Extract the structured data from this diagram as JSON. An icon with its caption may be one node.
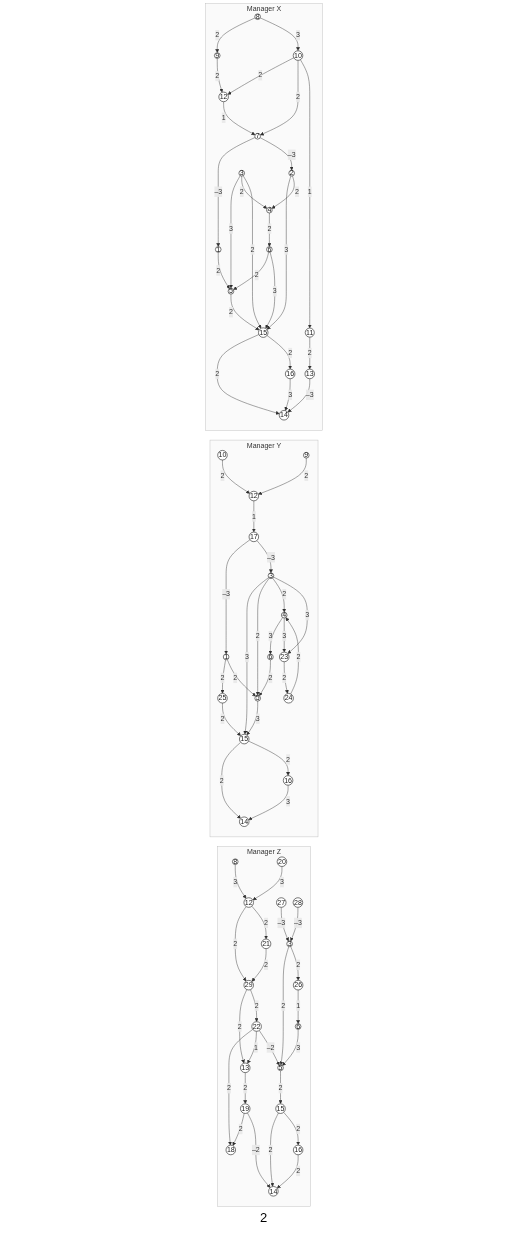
{
  "diagram": {
    "nodes": [
      {
        "text": [
          "Manager X"
        ]
      },
      {
        "text": [
          "8"
        ],
        "in": 0
      },
      {
        "text": [
          "9"
        ],
        "in": 0
      },
      {
        "text": [
          "12"
        ],
        "in": 0
      },
      {
        "text": [
          "10"
        ],
        "in": 0
      },
      {
        "text": [
          "7"
        ],
        "in": 0
      },
      {
        "text": [
          "1"
        ],
        "in": 0
      },
      {
        "text": [
          "2"
        ],
        "in": 0
      },
      {
        "text": [
          "11"
        ],
        "in": 0
      },
      {
        "text": [
          "5"
        ],
        "in": 0
      },
      {
        "text": [
          "3"
        ],
        "in": 0
      },
      {
        "text": [
          "4"
        ],
        "in": 0
      },
      {
        "text": [
          "13"
        ],
        "in": 0
      },
      {
        "text": [
          "15"
        ],
        "in": 0
      },
      {
        "text": [
          "6"
        ],
        "in": 0
      },
      {
        "text": [
          "14"
        ],
        "in": 0
      },
      {
        "text": [
          "16"
        ],
        "in": 0
      },
      {
        "text": [
          "Manager Y"
        ]
      },
      {
        "text": [
          "10"
        ],
        "in": 17
      },
      {
        "text": [
          "12"
        ],
        "in": 17
      },
      {
        "text": [
          "9"
        ],
        "in": 17
      },
      {
        "text": [
          "17"
        ],
        "in": 17
      },
      {
        "text": [
          "25"
        ],
        "in": 17
      },
      {
        "text": [
          "1"
        ],
        "in": 17
      },
      {
        "text": [
          "15"
        ],
        "in": 17
      },
      {
        "text": [
          "14"
        ],
        "in": 17
      },
      {
        "text": [
          "16"
        ],
        "in": 17
      },
      {
        "text": [
          "3"
        ],
        "in": 17
      },
      {
        "text": [
          "5"
        ],
        "in": 17
      },
      {
        "text": [
          "6"
        ],
        "in": 17
      },
      {
        "text": [
          "4"
        ],
        "in": 17
      },
      {
        "text": [
          "23"
        ],
        "in": 17
      },
      {
        "text": [
          "24"
        ],
        "in": 17
      },
      {
        "text": [
          "Manager Z"
        ]
      },
      {
        "text": [
          "8"
        ],
        "in": 33
      },
      {
        "text": [
          "20"
        ],
        "in": 33
      },
      {
        "text": [
          "12"
        ],
        "in": 33
      },
      {
        "text": [
          "21"
        ],
        "in": 33
      },
      {
        "text": [
          "29"
        ],
        "in": 33
      },
      {
        "text": [
          "22"
        ],
        "in": 33
      },
      {
        "text": [
          "18"
        ],
        "in": 33
      },
      {
        "text": [
          "19"
        ],
        "in": 33
      },
      {
        "text": [
          "13"
        ],
        "in": 33
      },
      {
        "text": [
          "14"
        ],
        "in": 33
      },
      {
        "text": [
          "26"
        ],
        "in": 33
      },
      {
        "text": [
          "27"
        ],
        "in": 33
      },
      {
        "text": [
          "3"
        ],
        "in": 33
      },
      {
        "text": [
          "5"
        ],
        "in": 33
      },
      {
        "text": [
          "28"
        ],
        "in": 33
      },
      {
        "text": [
          "6"
        ],
        "in": 33
      },
      {
        "text": [
          "15"
        ],
        "in": 33
      },
      {
        "text": [
          "16"
        ],
        "in": 33
      }
    ],
    "edges": [
      {
        "from": 1,
        "to": 2,
        "arrow": "to",
        "label": "2"
      },
      {
        "from": 1,
        "to": 4,
        "arrow": "to",
        "label": "3"
      },
      {
        "from": 2,
        "to": 3,
        "arrow": "to",
        "label": "2"
      },
      {
        "from": 4,
        "to": 3,
        "arrow": "to",
        "label": "2"
      },
      {
        "from": 3,
        "to": 5,
        "arrow": "to",
        "label": "1"
      },
      {
        "from": 4,
        "to": 5,
        "arrow": "to",
        "label": "2"
      },
      {
        "from": 4,
        "to": 8,
        "arrow": "to",
        "label": "1"
      },
      {
        "from": 5,
        "to": 6,
        "arrow": "to",
        "label": "–3"
      },
      {
        "from": 5,
        "to": 7,
        "arrow": "to",
        "label": "–3"
      },
      {
        "from": 6,
        "to": 9,
        "arrow": "to",
        "label": "2"
      },
      {
        "from": 7,
        "to": 13,
        "arrow": "to",
        "label": "3"
      },
      {
        "from": 7,
        "to": 11,
        "arrow": "to",
        "label": "2"
      },
      {
        "from": 8,
        "to": 12,
        "arrow": "to",
        "label": "2"
      },
      {
        "from": 10,
        "to": 9,
        "arrow": "to",
        "label": "3"
      },
      {
        "from": 10,
        "to": 11,
        "arrow": "to",
        "label": "2"
      },
      {
        "from": 10,
        "to": 13,
        "arrow": "to",
        "label": "2"
      },
      {
        "from": 14,
        "to": 9,
        "arrow": "to",
        "label": "2"
      },
      {
        "from": 11,
        "to": 14,
        "arrow": "to",
        "label": "2"
      },
      {
        "from": 12,
        "to": 15,
        "arrow": "to",
        "label": "–3"
      },
      {
        "from": 9,
        "to": 13,
        "arrow": "to",
        "label": "2"
      },
      {
        "from": 13,
        "to": 15,
        "arrow": "to",
        "label": "2"
      },
      {
        "from": 14,
        "to": 13,
        "arrow": "to",
        "label": "3"
      },
      {
        "from": 13,
        "to": 16,
        "arrow": "to",
        "label": "2"
      },
      {
        "from": 16,
        "to": 15,
        "arrow": "to",
        "label": "3"
      },
      {
        "from": 18,
        "to": 19,
        "arrow": "to",
        "label": "2"
      },
      {
        "from": 20,
        "to": 19,
        "arrow": "to",
        "label": "2"
      },
      {
        "from": 19,
        "to": 21,
        "arrow": "to",
        "label": "1"
      },
      {
        "from": 21,
        "to": 23,
        "arrow": "to",
        "label": "–3"
      },
      {
        "from": 21,
        "to": 27,
        "arrow": "to",
        "label": "–3"
      },
      {
        "from": 23,
        "to": 22,
        "arrow": "to",
        "label": "2"
      },
      {
        "from": 22,
        "to": 24,
        "arrow": "to",
        "label": "2"
      },
      {
        "from": 23,
        "to": 28,
        "arrow": "to",
        "label": "2"
      },
      {
        "from": 27,
        "to": 24,
        "arrow": "to",
        "label": "3"
      },
      {
        "from": 28,
        "to": 24,
        "arrow": "to",
        "label": "3"
      },
      {
        "from": 27,
        "to": 28,
        "arrow": "to",
        "label": "2"
      },
      {
        "from": 24,
        "to": 25,
        "arrow": "to",
        "label": "2"
      },
      {
        "from": 24,
        "to": 26,
        "arrow": "to",
        "label": "2"
      },
      {
        "from": 26,
        "to": 25,
        "arrow": "to",
        "label": "3"
      },
      {
        "from": 29,
        "to": 28,
        "arrow": "to",
        "label": "2"
      },
      {
        "from": 27,
        "to": 30,
        "arrow": "to",
        "label": "2"
      },
      {
        "from": 30,
        "to": 29,
        "arrow": "to",
        "label": "3"
      },
      {
        "from": 27,
        "to": 31,
        "arrow": "to",
        "label": "3"
      },
      {
        "from": 30,
        "to": 31,
        "arrow": "to",
        "label": "3"
      },
      {
        "from": 31,
        "to": 32,
        "arrow": "to",
        "label": "2"
      },
      {
        "from": 32,
        "to": 30,
        "arrow": "to",
        "label": "2"
      },
      {
        "from": 34,
        "to": 36,
        "arrow": "to",
        "label": "3"
      },
      {
        "from": 35,
        "to": 36,
        "arrow": "to",
        "label": "3"
      },
      {
        "from": 36,
        "to": 37,
        "arrow": "to",
        "label": "2"
      },
      {
        "from": 36,
        "to": 38,
        "arrow": "to",
        "label": "2"
      },
      {
        "from": 37,
        "to": 38,
        "arrow": "to",
        "label": "2"
      },
      {
        "from": 38,
        "to": 39,
        "arrow": "to",
        "label": "2"
      },
      {
        "from": 38,
        "to": 42,
        "arrow": "to",
        "label": "2"
      },
      {
        "from": 39,
        "to": 42,
        "arrow": "to",
        "label": "1"
      },
      {
        "from": 39,
        "to": 40,
        "arrow": "to",
        "label": "2"
      },
      {
        "from": 39,
        "to": 47,
        "arrow": "to",
        "label": "–2"
      },
      {
        "from": 42,
        "to": 41,
        "arrow": "to",
        "label": "2"
      },
      {
        "from": 41,
        "to": 40,
        "arrow": "to",
        "label": "2"
      },
      {
        "from": 41,
        "to": 43,
        "arrow": "to",
        "label": "–2"
      },
      {
        "from": 45,
        "to": 46,
        "arrow": "to",
        "label": "–3"
      },
      {
        "from": 48,
        "to": 46,
        "arrow": "to",
        "label": "–3"
      },
      {
        "from": 46,
        "to": 44,
        "arrow": "to",
        "label": "2"
      },
      {
        "from": 44,
        "to": 49,
        "arrow": "to",
        "label": "1"
      },
      {
        "from": 46,
        "to": 47,
        "arrow": "to",
        "label": "2"
      },
      {
        "from": 49,
        "to": 47,
        "arrow": "to",
        "label": "3"
      },
      {
        "from": 47,
        "to": 50,
        "arrow": "to",
        "label": "2"
      },
      {
        "from": 50,
        "to": 43,
        "arrow": "to",
        "label": "2"
      },
      {
        "from": 50,
        "to": 51,
        "arrow": "to",
        "label": "2"
      },
      {
        "from": 51,
        "to": 43,
        "arrow": "to",
        "label": "2"
      }
    ],
    "labels": [
      "2"
    ]
  }
}
